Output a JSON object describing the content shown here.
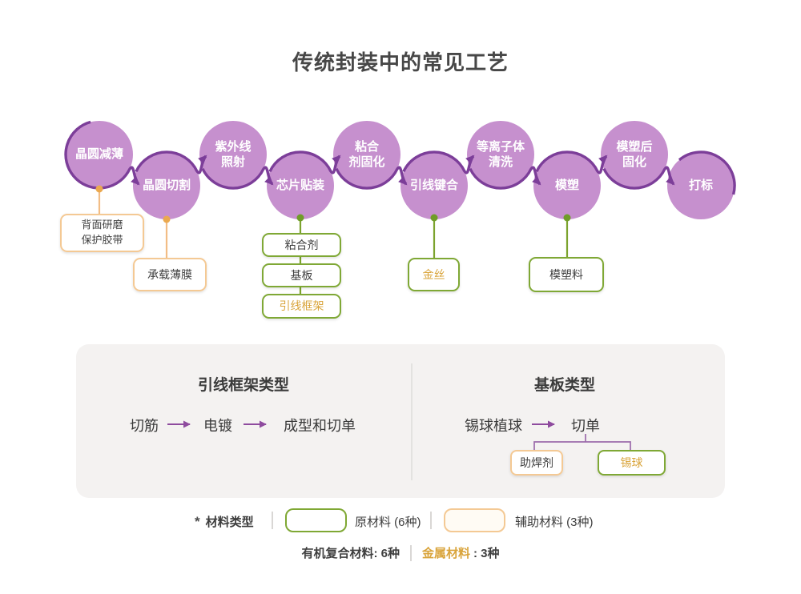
{
  "title": "传统封装中的常见工艺",
  "flow_steps": [
    "晶圆减薄",
    "晶圆切割",
    "紫外线\n照射",
    "芯片贴装",
    "粘合\n剂固化",
    "引线键合",
    "等离子体\n清洗",
    "模塑",
    "模塑后\n固化",
    "打标"
  ],
  "materials": {
    "backgrind_tape": "背面研磨\n保护胶带",
    "carrier_film": "承载薄膜",
    "adhesive": "粘合剂",
    "substrate": "基板",
    "lead_frame": "引线框架",
    "gold_wire": "金丝",
    "molding_compound": "模塑料"
  },
  "panel": {
    "leadframe": {
      "title": "引线框架类型",
      "step1": "切筋",
      "step2": "电镀",
      "step3": "成型和切单"
    },
    "substrate": {
      "title": "基板类型",
      "step1": "锡球植球",
      "step2": "切单",
      "flux": "助焊剂",
      "solder_ball": "锡球"
    }
  },
  "legend": {
    "star": "*",
    "label": "材料类型",
    "raw_materials": "原材料 (6种)",
    "aux_materials": "辅助材料 (3种)",
    "organic": "有机复合材料: 6种",
    "metal_label": "金属材料",
    "metal_count": ": 3种"
  },
  "colors": {
    "circle_fill": "#c690ce",
    "flow_purple": "#7c3e99",
    "panel_purple": "#8e4b9e",
    "green": "#7fa834",
    "orange_border": "#f4c994",
    "gold_text": "#d9a43b",
    "panel_bg": "#f4f2f1"
  }
}
